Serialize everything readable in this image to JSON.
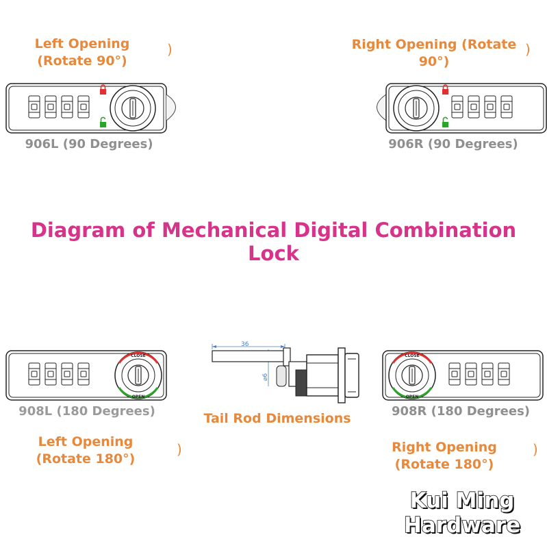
{
  "captions": {
    "tl_opening": "Left Opening\n(Rotate 90°)",
    "tr_opening": "Right Opening (Rotate\n90°)",
    "bl_opening": "Left Opening\n(Rotate 180°)",
    "br_opening": "Right Opening\n(Rotate 180°)",
    "paren": ")"
  },
  "models": {
    "m906l": "906L (90 Degrees)",
    "m906r": "906R (90 Degrees)",
    "m908l": "908L (180 Degrees)",
    "m908r": "908R (180 Degrees)"
  },
  "title": "Diagram of Mechanical Digital Combination\nLock",
  "tail_rod": {
    "label": "Tail Rod Dimensions",
    "length": "36",
    "diameter": "⌀6"
  },
  "dial_text": {
    "close": "CLOSE",
    "open": "OPEN"
  },
  "brand": {
    "line1": "Kui Ming",
    "line2": "Hardware"
  },
  "colors": {
    "title": "#d6338a",
    "caption": "#e8883a",
    "model_label": "#8f8f8f",
    "lock_red": "#e03030",
    "lock_green": "#2aa52a",
    "dimension_blue": "#4a7fc1"
  },
  "icons": [
    "lock-closed-icon",
    "lock-open-icon",
    "key-cylinder-icon"
  ]
}
